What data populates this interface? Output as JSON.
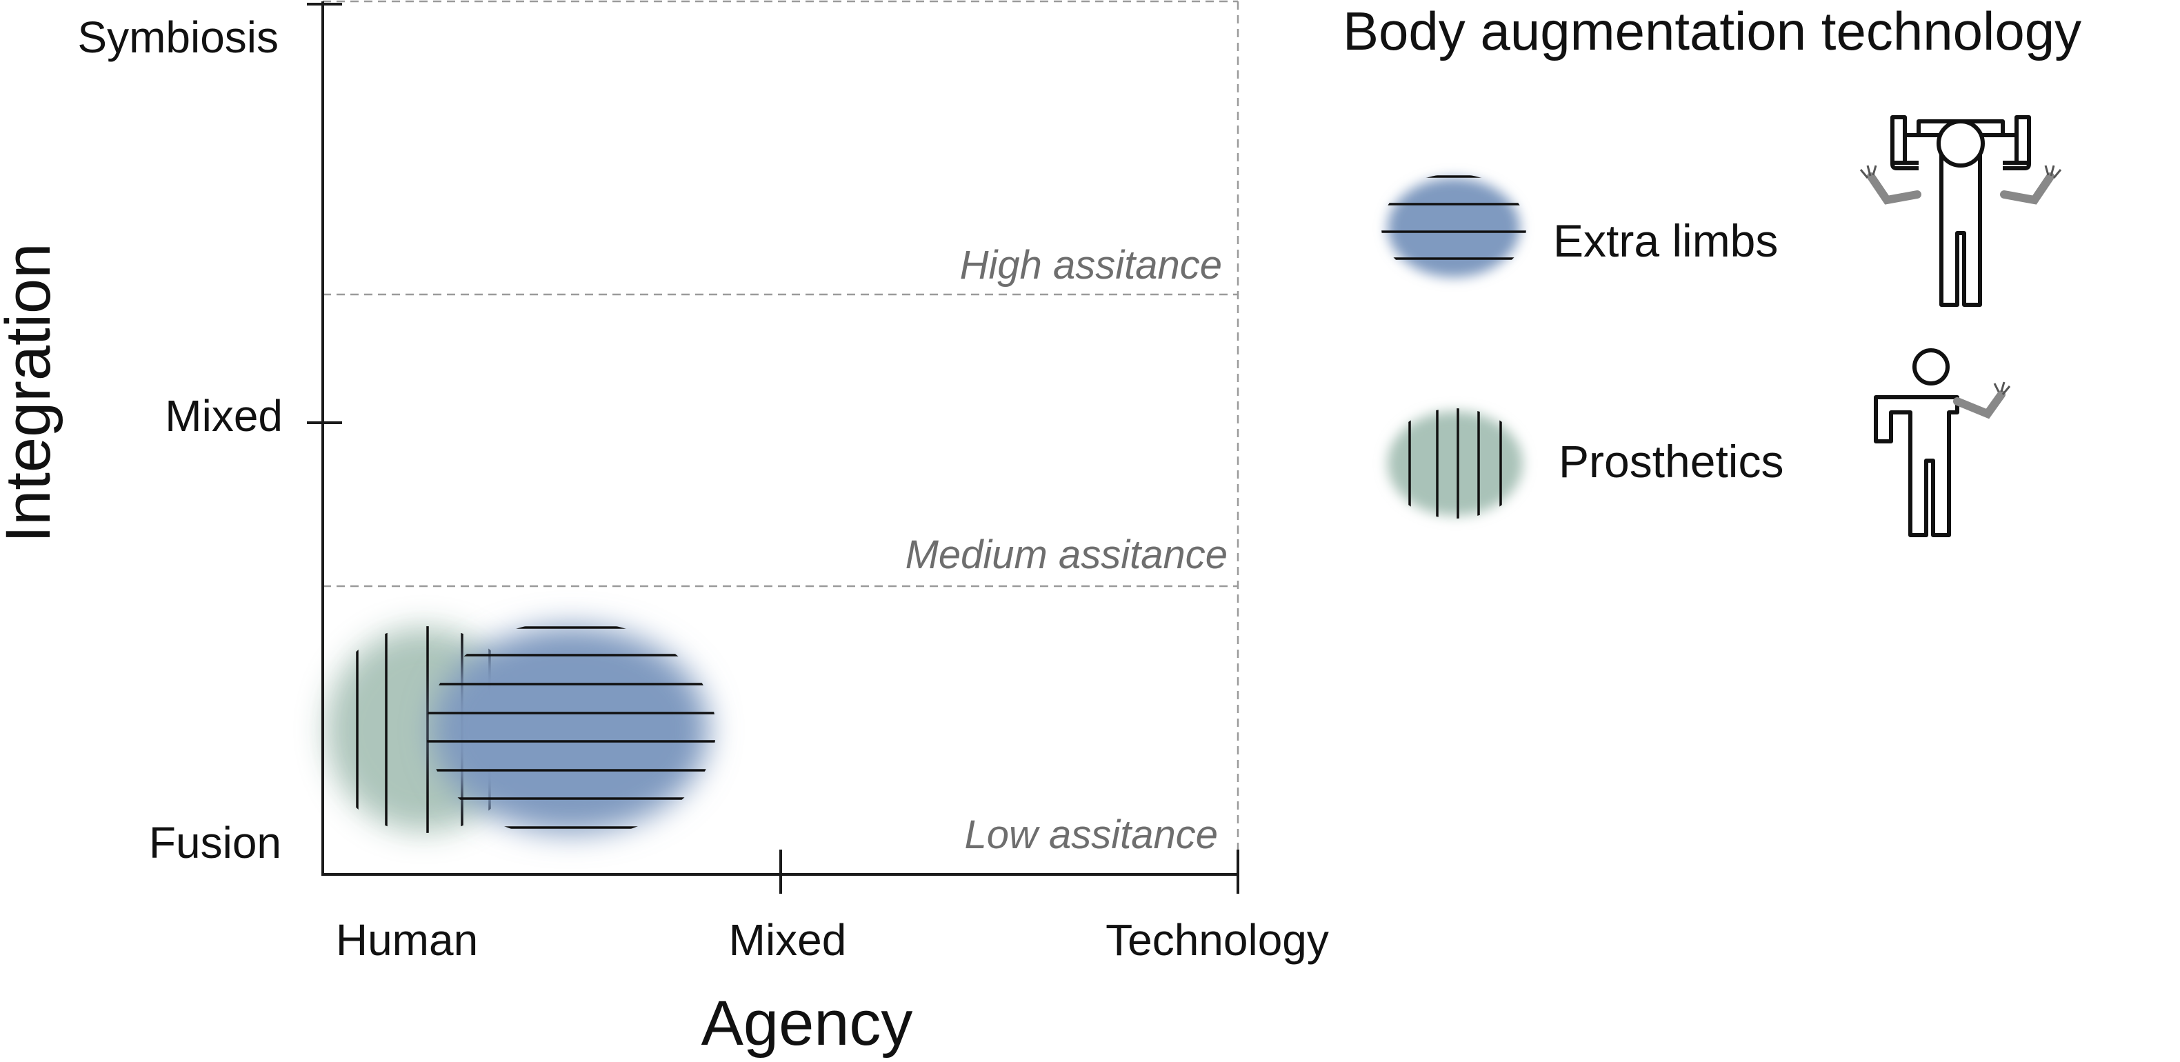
{
  "diagram": {
    "y_axis": {
      "title": "Integration",
      "ticks": [
        "Symbiosis",
        "Mixed",
        "Fusion"
      ]
    },
    "x_axis": {
      "title": "Agency",
      "ticks": [
        "Human",
        "Mixed",
        "Technology"
      ]
    },
    "zones": [
      "High assitance",
      "Medium assitance",
      "Low assitance"
    ]
  },
  "legend": {
    "title": "Body augmentation technology",
    "items": [
      {
        "label": "Extra limbs",
        "color": "#7f9ac0",
        "hatch": "horizontal",
        "figure": "person-with-two-extra-arms-icon"
      },
      {
        "label": "Prosthetics",
        "color": "#a9c2b8",
        "hatch": "vertical",
        "figure": "person-with-prosthetic-arm-icon"
      }
    ]
  },
  "colors": {
    "axis": "#1a1a1a",
    "zone_line": "#9a9a9a",
    "zone_text": "#6e6e6e",
    "extra_limbs": "#7f9ac0",
    "prosthetics": "#a9c2b8"
  }
}
